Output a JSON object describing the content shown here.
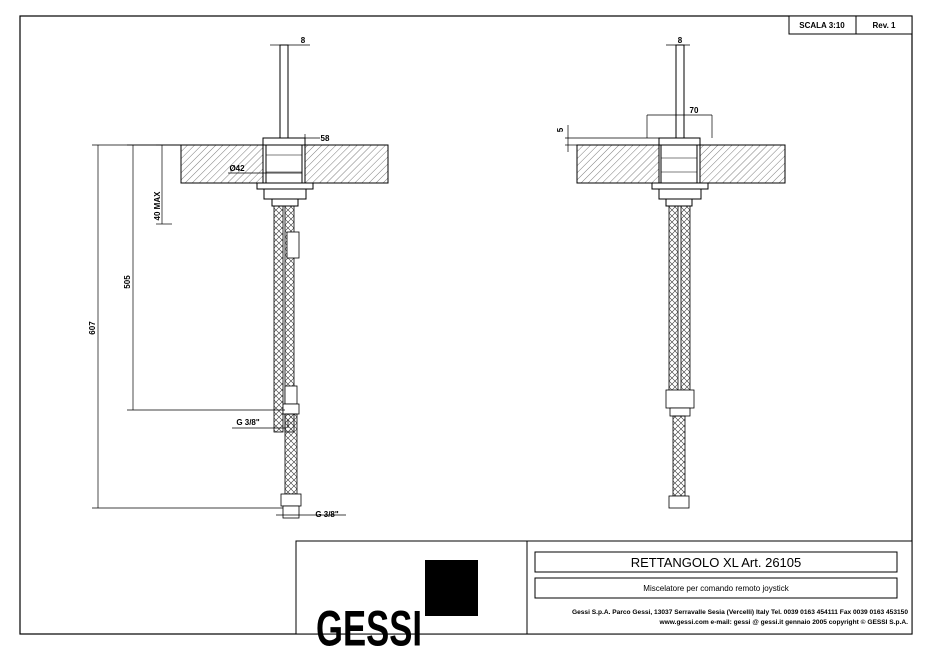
{
  "header": {
    "scale": "SCALA 3:10",
    "revision": "Rev. 1"
  },
  "dimensions": {
    "left_rod": "8",
    "left_width": "58",
    "left_diameter": "Ø42",
    "left_max": "40 MAX",
    "left_505": "505",
    "left_607": "607",
    "left_g1": "G 3/8\"",
    "left_g2": "G 3/8\"",
    "right_rod": "8",
    "right_width": "70",
    "right_5": "5"
  },
  "title_block": {
    "logo": "GESSI",
    "product_name": "RETTANGOLO XL  Art. 26105",
    "description": "Miscelatore per comando remoto joystick",
    "address_line": "Gessi S.p.A. Parco Gessi, 13037 Serravalle Sesia (Vercelli) Italy Tel. 0039 0163 454111 Fax 0039 0163 453150",
    "web_line": "www.gessi.com e-mail: gessi @ gessi.it gennaio 2005 copyright © GESSI S.p.A."
  }
}
